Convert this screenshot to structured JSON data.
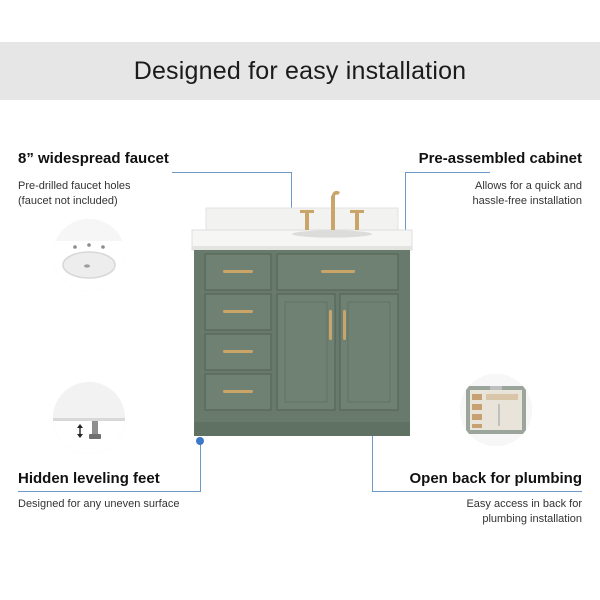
{
  "banner": {
    "title": "Designed for easy installation"
  },
  "features": {
    "faucet": {
      "title": "8” widespread faucet",
      "desc": [
        "Pre-drilled faucet holes",
        "(faucet not included)"
      ],
      "thumb_icon": "sink-basin-icon"
    },
    "cabinet": {
      "title": "Pre-assembled cabinet",
      "desc": [
        "Allows for  a quick and",
        "hassle-free installation"
      ],
      "thumb_icon": "cabinet-rear-icon"
    },
    "leveling": {
      "title": "Hidden leveling feet",
      "desc": [
        "Designed for any uneven surface"
      ],
      "thumb_icon": "leveling-foot-icon"
    },
    "plumbing": {
      "title": "Open back for plumbing",
      "desc": [
        "Easy access in back for",
        "plumbing installation"
      ],
      "thumb_icon": "open-back-cabinet-icon"
    }
  },
  "colors": {
    "banner_bg": "#e6e6e6",
    "accent_blue": "#3b78c6",
    "cabinet_green": "#687a6c",
    "hardware_gold": "#c9a56a",
    "countertop_white": "#f4f4f2"
  }
}
